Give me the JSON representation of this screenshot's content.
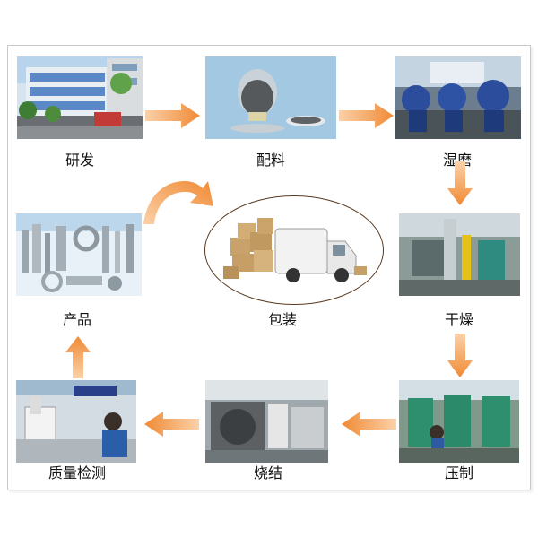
{
  "steps": {
    "research": "研发",
    "batching": "配料",
    "wet_milling": "湿磨",
    "drying": "干燥",
    "pressing": "压制",
    "sintering": "烧结",
    "quality_check": "质量检测",
    "product": "产品",
    "packaging": "包装"
  },
  "colors": {
    "arrow": "#f39a4c",
    "arrow_dark": "#e07a23",
    "ellipse_border": "#5a3a20"
  }
}
